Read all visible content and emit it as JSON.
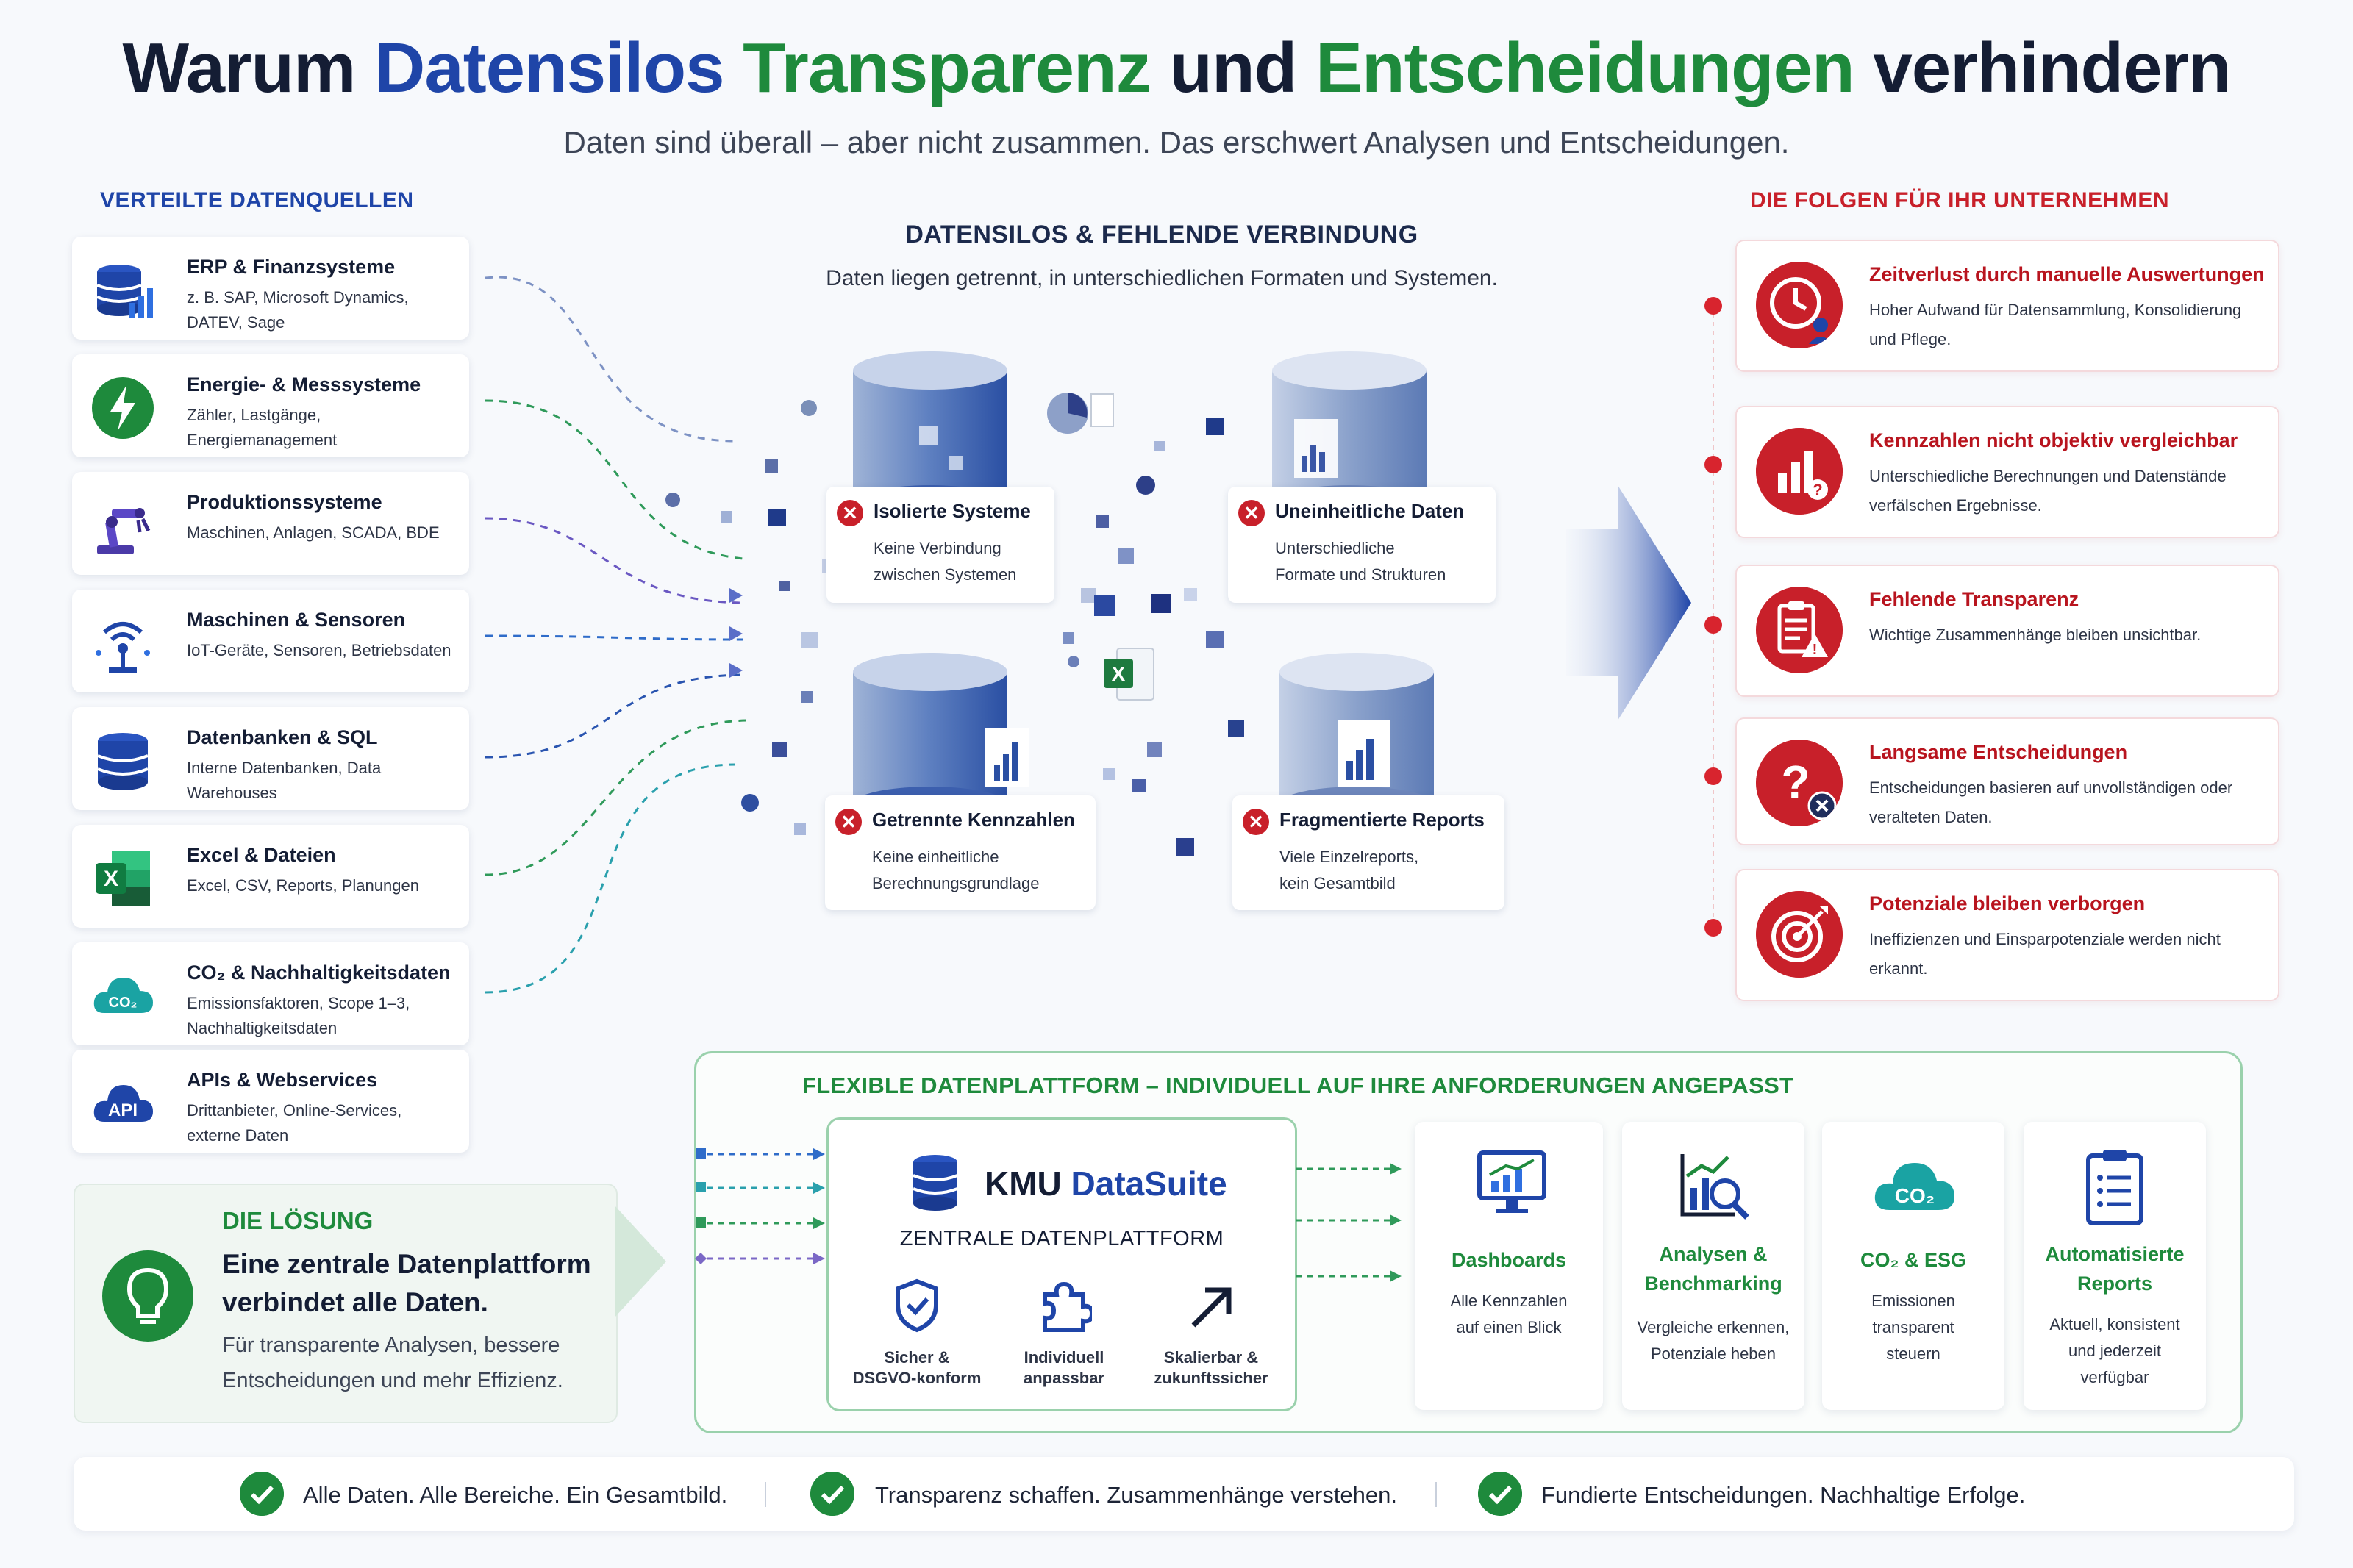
{
  "title": {
    "part1": "Warum",
    "part2": "Datensilos",
    "part3": "Transparenz",
    "part4": "und",
    "part5": "Entscheidungen",
    "part6": "verhindern"
  },
  "subtitle": "Daten sind überall – aber nicht zusammen. Das erschwert Analysen und Entscheidungen.",
  "sources": {
    "heading": "VERTEILTE DATENQUELLEN",
    "items": [
      {
        "title": "ERP & Finanzsysteme",
        "desc": "z. B. SAP, Microsoft Dynamics, DATEV, Sage",
        "icon": "database-chart-icon"
      },
      {
        "title": "Energie- & Messsysteme",
        "desc": "Zähler, Lastgänge, Energiemanagement",
        "icon": "lightning-icon"
      },
      {
        "title": "Produktionssysteme",
        "desc": "Maschinen, Anlagen, SCADA, BDE",
        "icon": "robot-arm-icon"
      },
      {
        "title": "Maschinen & Sensoren",
        "desc": "IoT-Geräte, Sensoren, Betriebsdaten",
        "icon": "wifi-sensor-icon"
      },
      {
        "title": "Datenbanken & SQL",
        "desc": "Interne Datenbanken, Data Warehouses",
        "icon": "database-icon"
      },
      {
        "title": "Excel & Dateien",
        "desc": "Excel, CSV, Reports, Planungen",
        "icon": "excel-icon"
      },
      {
        "title": "CO₂ & Nachhaltigkeitsdaten",
        "desc": "Emissionsfaktoren, Scope 1–3, Nachhaltigkeitsdaten",
        "icon": "co2-cloud-icon",
        "icon_text": "CO₂"
      },
      {
        "title": "APIs & Webservices",
        "desc": "Drittanbieter, Online-Services, externe Daten",
        "icon": "api-cloud-icon",
        "icon_text": "API"
      }
    ]
  },
  "silos": {
    "heading": "DATENSILOS & FEHLENDE VERBINDUNG",
    "subheading": "Daten liegen getrennt, in unterschiedlichen Formaten und Systemen.",
    "items": [
      {
        "title": "Isolierte Systeme",
        "desc1": "Keine Verbindung",
        "desc2": "zwischen Systemen"
      },
      {
        "title": "Uneinheitliche Daten",
        "desc1": "Unterschiedliche",
        "desc2": "Formate und Strukturen"
      },
      {
        "title": "Getrennte Kennzahlen",
        "desc1": "Keine einheitliche",
        "desc2": "Berechnungsgrundlage"
      },
      {
        "title": "Fragmentierte Reports",
        "desc1": "Viele Einzelreports,",
        "desc2": "kein Gesamtbild"
      }
    ],
    "x_symbol": "✕",
    "excel_letter": "X"
  },
  "consequences": {
    "heading": "DIE FOLGEN FÜR IHR UNTERNEHMEN",
    "items": [
      {
        "title": "Zeitverlust durch manuelle Auswertungen",
        "desc": "Hoher Aufwand für Datensammlung, Konsolidierung und Pflege.",
        "icon": "clock-user-icon"
      },
      {
        "title": "Kennzahlen nicht objektiv vergleichbar",
        "desc": "Unterschiedliche Berechnungen und Datenstände verfälschen Ergebnisse.",
        "icon": "chart-question-icon"
      },
      {
        "title": "Fehlende Transparenz",
        "desc": "Wichtige Zusammenhänge bleiben unsichtbar.",
        "icon": "clipboard-warning-icon"
      },
      {
        "title": "Langsame Entscheidungen",
        "desc": "Entscheidungen basieren auf unvollständigen oder veralteten Daten.",
        "icon": "question-x-icon"
      },
      {
        "title": "Potenziale bleiben verborgen",
        "desc": "Ineffizienzen und Einsparpotenziale werden nicht erkannt.",
        "icon": "target-icon"
      }
    ]
  },
  "solution": {
    "label": "DIE LÖSUNG",
    "headline1": "Eine zentrale Datenplattform",
    "headline2": "verbindet alle Daten.",
    "desc1": "Für transparente Analysen, bessere",
    "desc2": "Entscheidungen und mehr Effizienz."
  },
  "platform": {
    "heading": "FLEXIBLE DATENPLATTFORM – INDIVIDUELL AUF IHRE ANFORDERUNGEN ANGEPASST",
    "brand_bold": "KMU",
    "brand_rest": "DataSuite",
    "subtitle": "ZENTRALE DATENPLATTFORM",
    "badges": [
      {
        "l1": "Sicher &",
        "l2": "DSGVO-konform",
        "icon": "shield-check-icon"
      },
      {
        "l1": "Individuell",
        "l2": "anpassbar",
        "icon": "puzzle-icon"
      },
      {
        "l1": "Skalierbar &",
        "l2": "zukunftssicher",
        "icon": "arrow-up-right-icon"
      }
    ],
    "features": [
      {
        "t1": "Dashboards",
        "t2": "",
        "d": [
          "Alle Kennzahlen",
          "auf einen Blick"
        ],
        "icon": "monitor-chart-icon"
      },
      {
        "t1": "Analysen &",
        "t2": "Benchmarking",
        "d": [
          "Vergleiche erkennen,",
          "Potenziale heben"
        ],
        "icon": "chart-magnifier-icon"
      },
      {
        "t1": "CO₂ & ESG",
        "t2": "",
        "d": [
          "Emissionen",
          "transparent",
          "steuern"
        ],
        "icon": "co2-cloud-icon",
        "icon_text": "CO₂"
      },
      {
        "t1": "Automatisierte",
        "t2": "Reports",
        "d": [
          "Aktuell, konsistent",
          "und jederzeit",
          "verfügbar"
        ],
        "icon": "clipboard-list-icon"
      }
    ]
  },
  "bottom": [
    "Alle Daten. Alle Bereiche. Ein Gesamtbild.",
    "Transparenz schaffen. Zusammenhänge verstehen.",
    "Fundierte Entscheidungen. Nachhaltige Erfolge."
  ],
  "colors": {
    "blue": "#1f45a8",
    "green": "#1e8a3c",
    "red": "#c8202a",
    "navy": "#141d34"
  }
}
